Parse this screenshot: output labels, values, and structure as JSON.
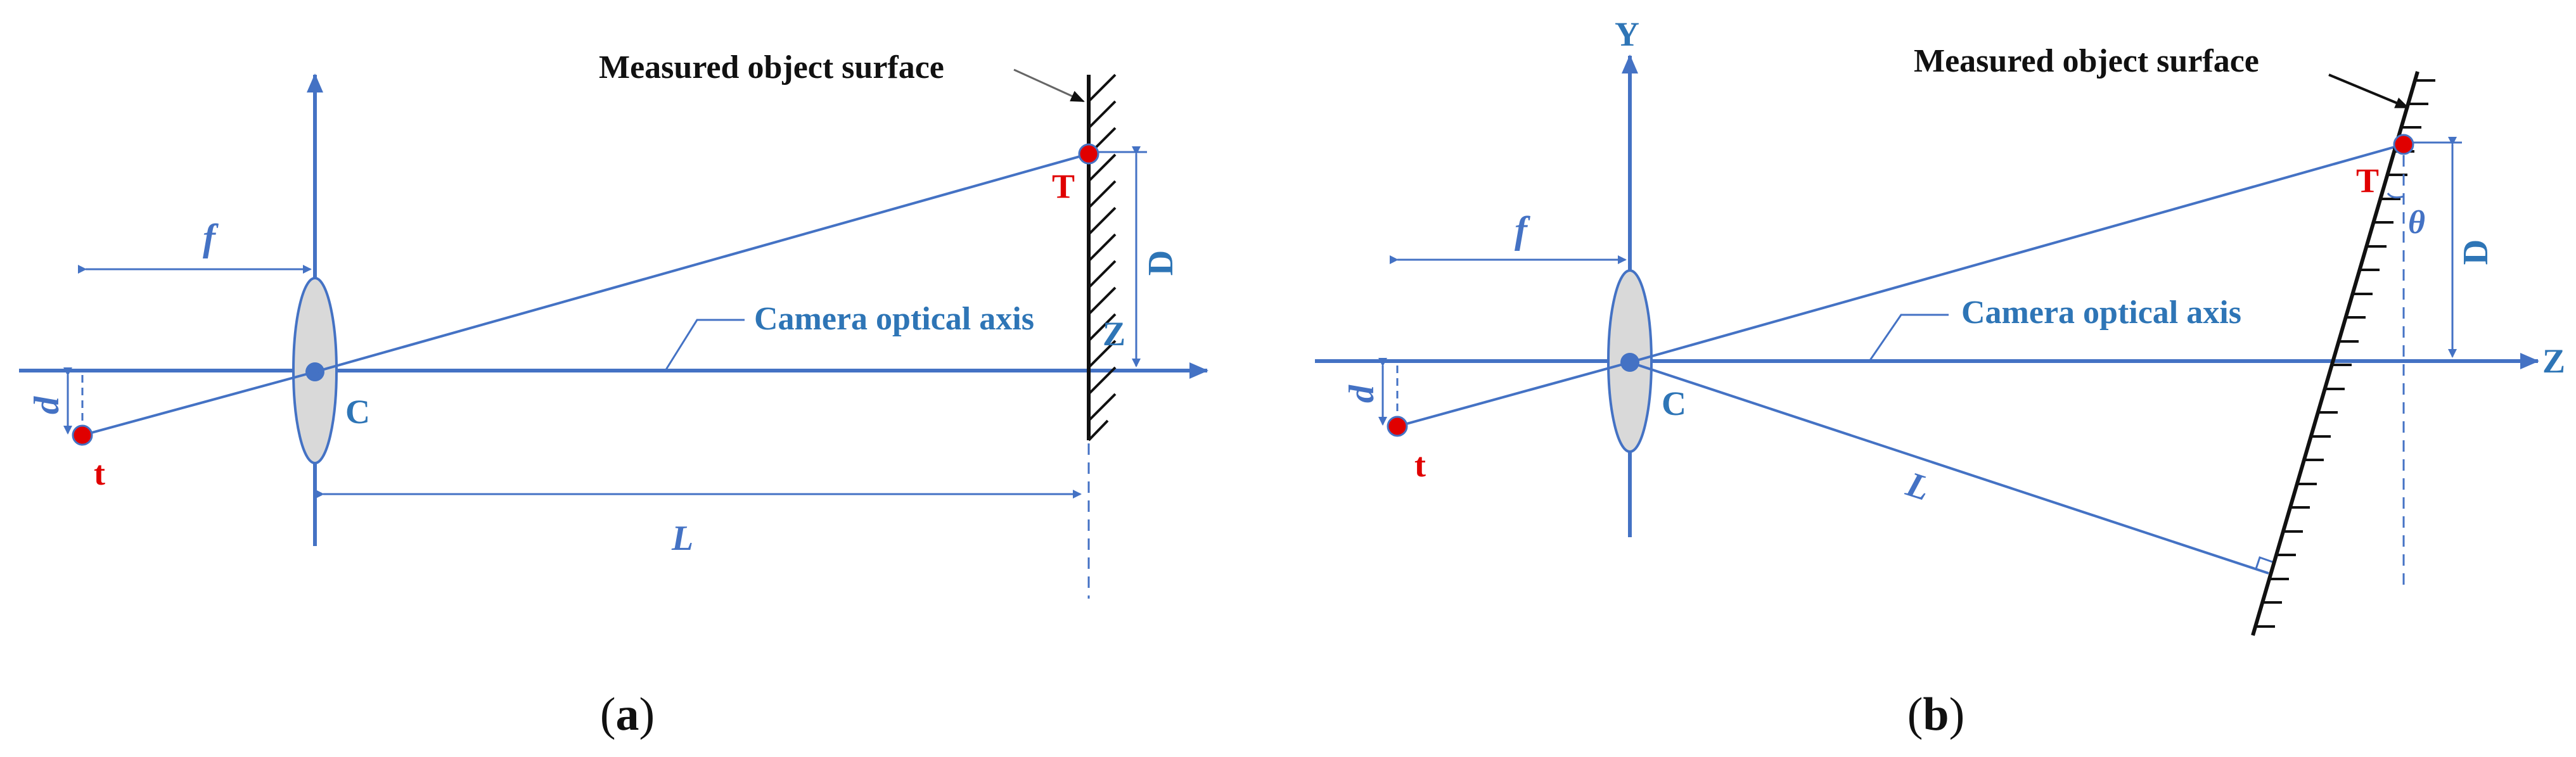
{
  "panel_a": {
    "surface_label": "Measured object surface",
    "axis_label": "Camera optical axis",
    "target_point": "T",
    "image_point": "t",
    "center_label": "C",
    "focal_label": "f",
    "offset_label": "d",
    "distance_label": "L",
    "height_label": "D",
    "z_label": "Z",
    "caption_open": "(",
    "caption_letter": "a",
    "caption_close": ")"
  },
  "panel_b": {
    "surface_label": "Measured object surface",
    "axis_label": "Camera optical axis",
    "target_point": "T",
    "image_point": "t",
    "center_label": "C",
    "focal_label": "f",
    "offset_label": "d",
    "distance_label": "L",
    "height_label": "D",
    "angle_label": "θ",
    "y_label": "Y",
    "z_label": "Z",
    "caption_open": "(",
    "caption_letter": "b",
    "caption_close": ")"
  },
  "colors": {
    "axis_blue": "#4472c4",
    "label_blue": "#2e75b6",
    "point_red": "#e00000",
    "lens_fill": "#d9d9d9"
  }
}
